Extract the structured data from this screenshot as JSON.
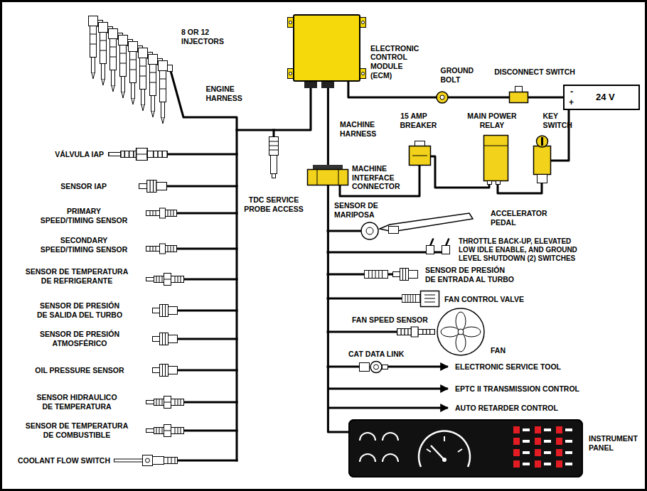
{
  "diagram": {
    "nodes": [
      {
        "text": [
          "ELECTRONIC CONTROL MODULE (ECM)"
        ]
      },
      {
        "text": [
          "-",
          "+",
          "24 V"
        ]
      },
      {
        "text": [
          "INSTRUMENT PANEL"
        ]
      }
    ],
    "edges": [
      {
        "from": 0,
        "to": 1,
        "arrow": "none"
      },
      {
        "from": 0,
        "to": 2,
        "arrow": "none"
      }
    ],
    "labels": [
      "8 OR 12 INJECTORS",
      "ENGINE HARNESS",
      "GROUND BOLT",
      "DISCONNECT SWITCH",
      "MACHINE HARNESS",
      "15 AMP BREAKER",
      "MAIN POWER RELAY",
      "KEY SWITCH",
      "VÁLVULA IAP",
      "MACHINE INTERFACE CONNECTOR",
      "SENSOR IAP",
      "TDC SERVICE PROBE ACCESS",
      "SENSOR DE MARIPOSA",
      "PRIMARY SPEED/TIMING SENSOR",
      "ACCELERATOR PEDAL",
      "SECONDARY SPEED/TIMING SENSOR",
      "THROTTLE BACK-UP, ELEVATED LOW IDLE ENABLE, AND GROUND LEVEL SHUTDOWN (2) SWITCHES",
      "SENSOR DE TEMPERATURA DE REFRIGERANTE",
      "SENSOR DE PRESIÓN DE ENTRADA AL TURBO",
      "FAN CONTROL VALVE",
      "SENSOR DE PRESIÓN DE SALIDA DEL TURBO",
      "FAN SPEED SENSOR",
      "SENSOR DE PRESIÓN ATMOSFÉRICO",
      "FAN",
      "CAT DATA LINK",
      "ELECTRONIC SERVICE TOOL",
      "OIL PRESSURE SENSOR",
      "EPTC II TRANSMISSION CONTROL",
      "AUTO RETARDER CONTROL",
      "SENSOR HIDRAULICO DE TEMPERATURA",
      "SENSOR DE TEMPERATURA DE COMBUSTIBLE",
      "COOLANT FLOW SWITCH"
    ]
  }
}
